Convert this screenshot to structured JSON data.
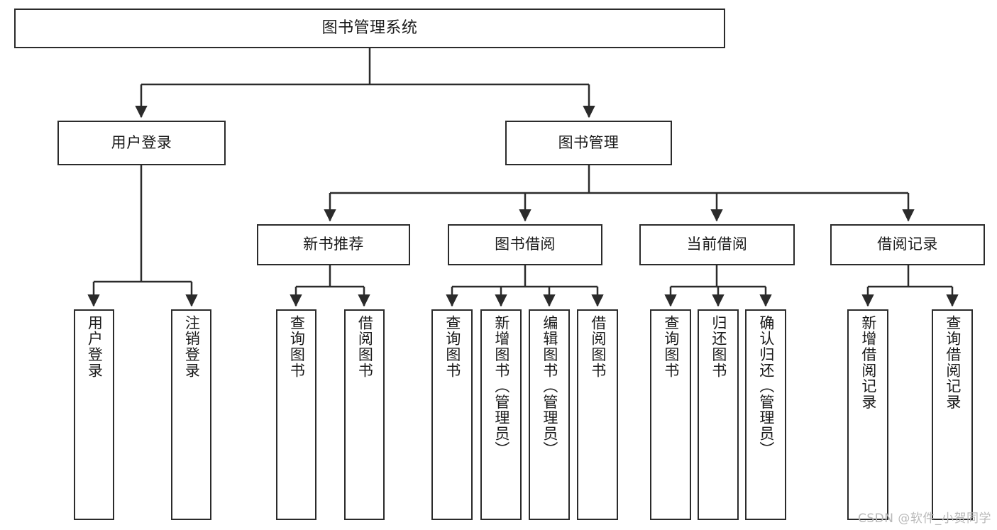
{
  "diagram": {
    "type": "tree-hierarchy-chart",
    "title": "图书管理系统",
    "line_color": "#2b2b2b",
    "box_fill": "#ffffff",
    "background": "#ffffff",
    "root": {
      "id": "root",
      "label": "图书管理系统"
    },
    "level1": [
      {
        "id": "user-login",
        "label": "用户登录"
      },
      {
        "id": "book-management",
        "label": "图书管理"
      }
    ],
    "level2": [
      {
        "id": "new-book-recommend",
        "label": "新书推荐"
      },
      {
        "id": "book-borrow",
        "label": "图书借阅"
      },
      {
        "id": "current-borrow",
        "label": "当前借阅"
      },
      {
        "id": "borrow-record",
        "label": "借阅记录"
      }
    ],
    "leaves": {
      "user_login": [
        {
          "id": "leaf-user-login",
          "label": "用户登录"
        },
        {
          "id": "leaf-logout-login",
          "label": "注销登录"
        }
      ],
      "new_book_recommend": [
        {
          "id": "leaf-query-book-1",
          "label": "查询图书"
        },
        {
          "id": "leaf-borrow-book-1",
          "label": "借阅图书"
        }
      ],
      "book_borrow": [
        {
          "id": "leaf-query-book-2",
          "label": "查询图书"
        },
        {
          "id": "leaf-add-book",
          "label": "新增图书（管理员）"
        },
        {
          "id": "leaf-edit-book",
          "label": "编辑图书（管理员）"
        },
        {
          "id": "leaf-borrow-book-2",
          "label": "借阅图书"
        }
      ],
      "current_borrow": [
        {
          "id": "leaf-query-book-3",
          "label": "查询图书"
        },
        {
          "id": "leaf-return-book",
          "label": "归还图书"
        },
        {
          "id": "leaf-confirm-return",
          "label": "确认归还（管理员）"
        }
      ],
      "borrow_record": [
        {
          "id": "leaf-add-record",
          "label": "新增借阅记录"
        },
        {
          "id": "leaf-query-record",
          "label": "查询借阅记录"
        }
      ]
    }
  },
  "watermark": {
    "text": "CSDN @软件_小贺同学"
  }
}
